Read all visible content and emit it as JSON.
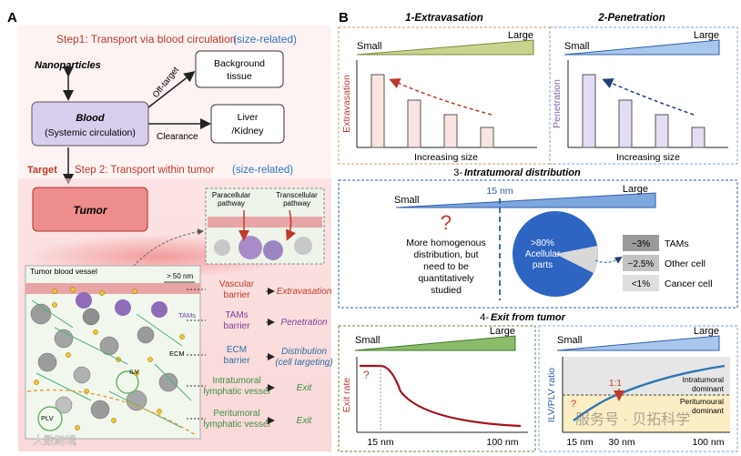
{
  "panel_a": {
    "label": "A",
    "step1": {
      "text": "Step1: Transport via blood circulation",
      "tag": "(size-related)"
    },
    "nanoparticles": "Nanoparticles",
    "blood": {
      "title": "Blood",
      "subtitle": "(Systemic circulation)"
    },
    "off_target": "Off-target",
    "background": [
      "Background",
      "tissue"
    ],
    "liver": [
      "Liver",
      "/Kidney"
    ],
    "clearance": "Clearance",
    "target": "Target",
    "step2": {
      "text": "Step 2: Transport within tumor",
      "tag": "(size-related)"
    },
    "tumor": "Tumor",
    "inset": {
      "paracellular": [
        "Paracellular",
        "pathway"
      ],
      "transcellular": [
        "Transcellular",
        "pathway"
      ]
    },
    "tumor_vessel": "Tumor blood vessel",
    "scale": "> 50 nm",
    "tams_small": "TAMs",
    "ecm_small": "ECM",
    "ilv_small": "ILV",
    "plv_small": "PLV",
    "barriers": [
      {
        "barrier": [
          "Vascular",
          "barrier"
        ],
        "process": "Extravasation",
        "color": "#c0392b"
      },
      {
        "barrier": [
          "TAMs",
          "barrier"
        ],
        "process": "Penetration",
        "color": "#7d3c98"
      },
      {
        "barrier": [
          "ECM",
          "barrier"
        ],
        "process": "Distribution",
        "process2": "(cell targeting)",
        "color": "#2e6da4"
      },
      {
        "barrier": [
          "Intratumoral",
          "lymphatic vessel"
        ],
        "process": "Exit",
        "color": "#3f8f3f"
      },
      {
        "barrier": [
          "Peritumoral",
          "lymphatic vessel"
        ],
        "process": "Exit",
        "color": "#3f8f3f"
      }
    ]
  },
  "panel_b": {
    "label": "B",
    "extravasation": {
      "title": "1-Extravasation",
      "small": "Small",
      "large": "Large",
      "ylabel": "Extravasation",
      "xlabel": "Increasing size"
    },
    "penetration": {
      "title": "2-Penetration",
      "small": "Small",
      "large": "Large",
      "ylabel": "Penetration",
      "xlabel": "Increasing size"
    },
    "distribution": {
      "title_num": "3-",
      "title": "Intratumoral distribution",
      "small": "Small",
      "large": "Large",
      "size_marker": "15 nm",
      "qmark": "?",
      "text": [
        "More homogenous",
        "distribution, but",
        "need to be",
        "quantitatively",
        "studied"
      ],
      "pie_text": [
        ">80%",
        "Acellular",
        "parts"
      ],
      "cells": [
        {
          "pct": "~3%",
          "name": "TAMs"
        },
        {
          "pct": "~2.5%",
          "name": "Other cell"
        },
        {
          "pct": "<1%",
          "name": "Cancer cell"
        }
      ]
    },
    "exit": {
      "title_num": "4-",
      "title": "Exit from tumor",
      "left": {
        "small": "Small",
        "large": "Large",
        "ylabel": "Exit rate",
        "qmark": "?",
        "ticks": [
          "15 nm",
          "100 nm"
        ]
      },
      "right": {
        "small": "Small",
        "large": "Large",
        "ylabel": "ILV/PLV ratio",
        "ratio": "1:1",
        "qmark": "?",
        "intra": [
          "Intratumoral",
          "dominant"
        ],
        "peri": [
          "Peritumoural",
          "dominant"
        ],
        "ticks": [
          "15 nm",
          "30 nm",
          "100 nm"
        ]
      }
    }
  },
  "watermarks": {
    "left": "大数跨境",
    "right": "服务号 · 贝拓科学"
  }
}
